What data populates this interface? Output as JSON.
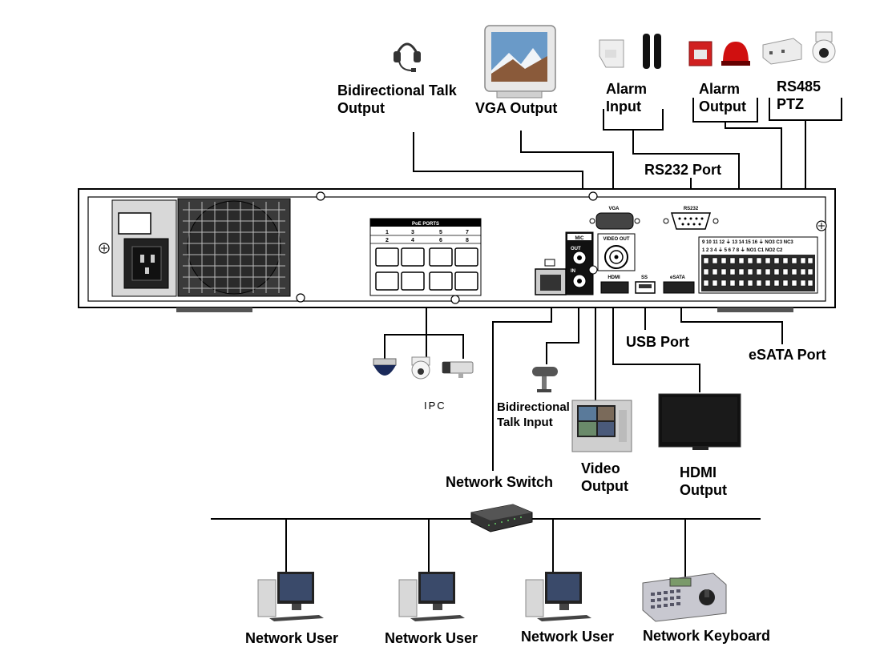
{
  "labels": {
    "bidi_talk_output": "Bidirectional Talk\nOutput",
    "vga_output": "VGA Output",
    "alarm_input": "Alarm\nInput",
    "alarm_output": "Alarm\nOutput",
    "rs485_ptz": "RS485\nPTZ",
    "rs232_port": "RS232 Port",
    "usb_port": "USB Port",
    "esata_port": "eSATA Port",
    "ipc": "IPC",
    "bidi_talk_input": "Bidirectional\nTalk Input",
    "network_switch": "Network Switch",
    "video_output": "Video\nOutput",
    "hdmi_output": "HDMI\nOutput",
    "network_user_1": "Network User",
    "network_user_2": "Network User",
    "network_user_3": "Network User",
    "network_keyboard": "Network Keyboard"
  },
  "panel": {
    "poe_ports": "PoE PORTS",
    "poe_top": [
      "1",
      "3",
      "5",
      "7"
    ],
    "poe_bottom": [
      "2",
      "4",
      "6",
      "8"
    ],
    "mic": "MIC",
    "out": "OUT",
    "in": "IN",
    "video_out": "VIDEO OUT",
    "vga": "VGA",
    "rs232": "RS232",
    "hdmi": "HDMI",
    "usb": "SS",
    "esata": "eSATA",
    "alarm_row_top": "9  10  11  12  ⏚  13  14  15  16  ⏚  NO3  C3  NC3",
    "alarm_row_bottom": "1   2   3   4   ⏚   5   6   7   8   ⏚   NO1  C1  NO2  C2"
  }
}
